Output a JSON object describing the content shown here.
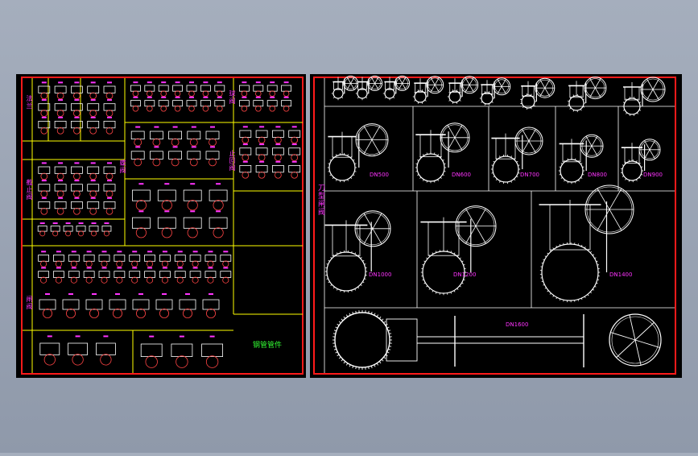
{
  "colors": {
    "sheet_background": "#000000",
    "border_red": "#ff1a1a",
    "grid_yellow": "#ffff00",
    "drawing_white": "#ffffff",
    "label_magenta": "#ff33ff",
    "label_green": "#33ff33",
    "viewport_background": "#9aa3b3"
  },
  "left_sheet": {
    "side_titles": [
      "法兰",
      "截止阀",
      "闸阀",
      "蝶阀",
      "球阀",
      "止回阀"
    ],
    "table_label": "钢管管件"
  },
  "right_sheet": {
    "side_title": "刀型闸阀",
    "valve_labels": [
      "DN500",
      "DN600",
      "DN700",
      "DN800",
      "DN900",
      "DN1000",
      "DN1200",
      "DN1400",
      "DN1600"
    ]
  }
}
